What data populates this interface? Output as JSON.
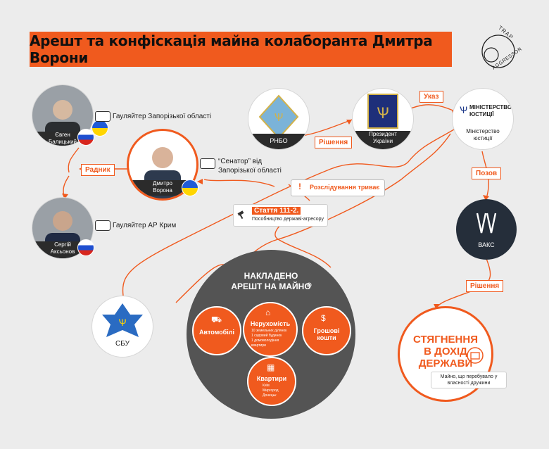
{
  "title": "Арешт та конфіскація майна колаборанта Дмитра Ворони",
  "logo": {
    "top": "TRAP",
    "bottom": "AGGRESSOR"
  },
  "persons": {
    "balytskyi": {
      "name": "Євген\nБалицький",
      "role": "Гауляйтер Запорізької області"
    },
    "vorona": {
      "name": "Дмитро\nВорона",
      "role": "“Сенатор” від\nЗапорізької області"
    },
    "aksyonov": {
      "name": "Сергій\nАксьонов",
      "role": "Гауляйтер АР Крим"
    }
  },
  "edges": {
    "radnyk": "Радник",
    "rishennia1": "Рішення",
    "ukaz": "Указ",
    "pozov": "Позов",
    "rishennia2": "Рішення"
  },
  "nodes": {
    "rnbo": "РНБО",
    "president": "Президент\nУкраїни",
    "ministry_logo": "МІНІСТЕРСТВО\nЮСТИЦІЇ",
    "ministry": "Міністерство\nюстиції",
    "vaks": "ВАКС",
    "sbu": "СБУ"
  },
  "investigation": "Розслідування триває",
  "article": {
    "title": "Стаття 111-2.",
    "subtitle": "Пособництво державі-агресору"
  },
  "arrest": {
    "title": "НАКЛАДЕНО\nАРЕШТ НА МАЙНО",
    "cars": "Автомобілі",
    "realty": {
      "title": "Нерухомість",
      "items": [
        "10 земельних ділянок",
        "1 садовий будинок",
        "1 домоволодіння",
        "квартири"
      ]
    },
    "cash": "Грошові\nкошти",
    "apartments": {
      "title": "Квартири",
      "items": [
        "Київ",
        "Миргород",
        "Донецьк"
      ]
    }
  },
  "outcome": {
    "title": "СТЯГНЕННЯ\nВ ДОХІД\nДЕРЖАВИ",
    "note": "Майно, що перебувало у\nвласності дружини"
  }
}
